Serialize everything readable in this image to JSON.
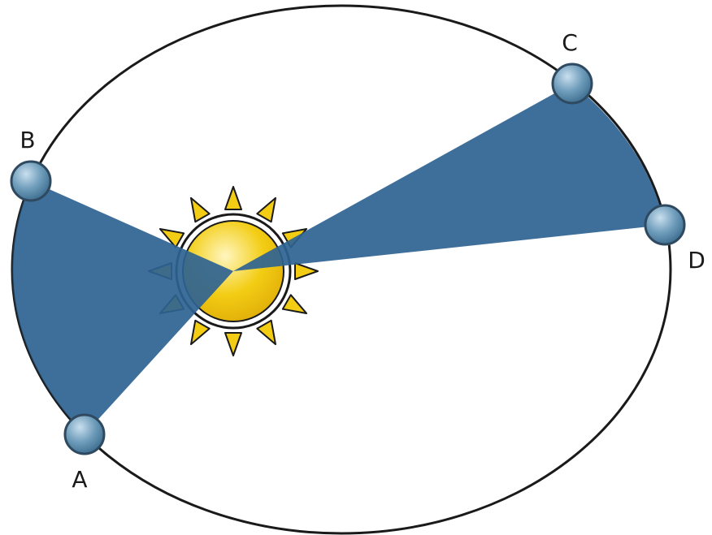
{
  "diagram": {
    "colors": {
      "background": "#ffffff",
      "orbit_stroke": "#1a1a1a",
      "sector_fill": "#2e6392",
      "planet_fill": "#6f9dbb",
      "planet_highlight": "#c9dfee",
      "planet_stroke": "#2f4a60",
      "sun_fill": "#f3cd14",
      "sun_highlight": "#fff6c0",
      "sun_stroke": "#1a1a1a"
    },
    "sectors": [
      {
        "name": "sector-a-b",
        "from": "A",
        "to": "B"
      },
      {
        "name": "sector-c-d",
        "from": "C",
        "to": "D"
      }
    ],
    "points": [
      {
        "id": "point-a",
        "label": "A"
      },
      {
        "id": "point-b",
        "label": "B"
      },
      {
        "id": "point-c",
        "label": "C"
      },
      {
        "id": "point-d",
        "label": "D"
      }
    ]
  }
}
